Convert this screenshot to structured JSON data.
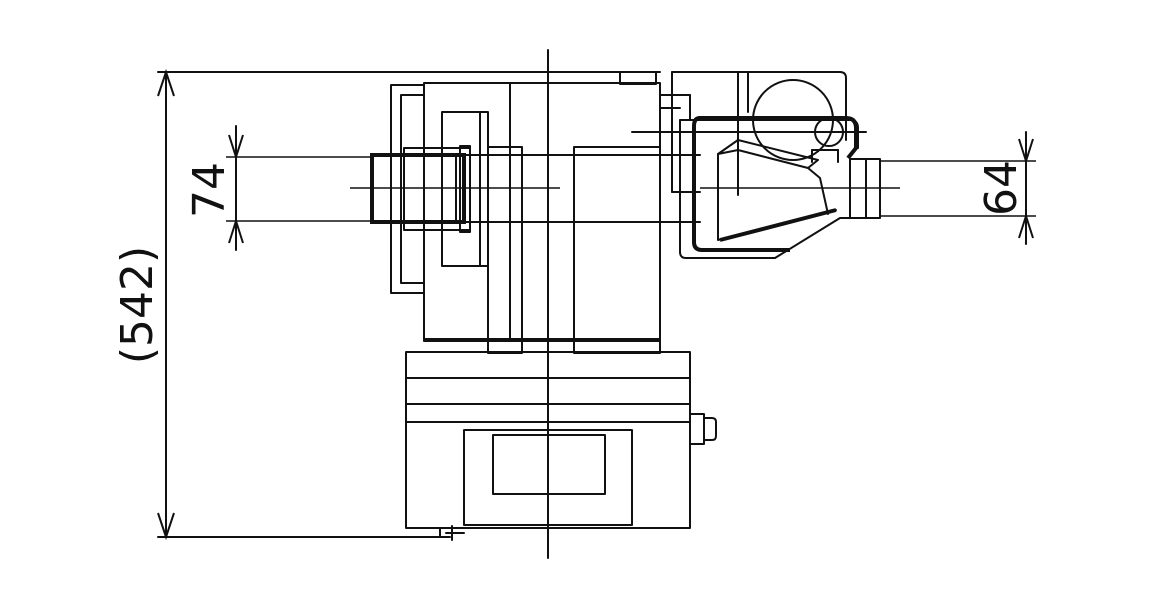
{
  "dimensions": {
    "overall_height": "(542)",
    "left_pipe": "74",
    "right_pipe": "64"
  }
}
